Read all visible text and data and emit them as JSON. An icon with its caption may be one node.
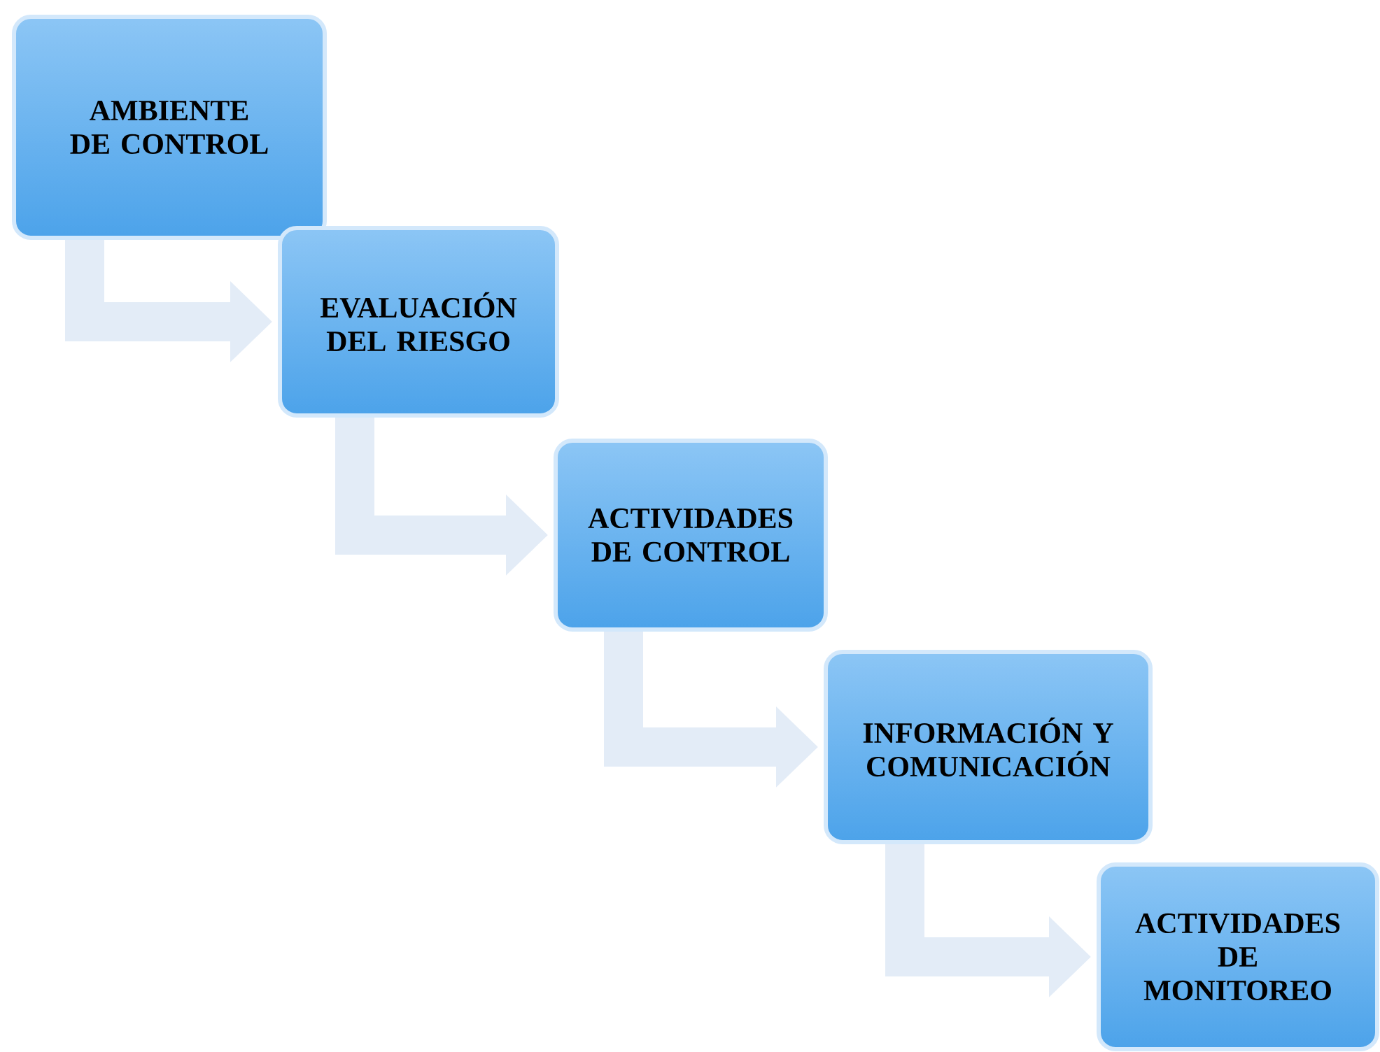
{
  "diagram": {
    "nodes": [
      {
        "text": [
          "AMBIENTE DE CONTROL"
        ]
      },
      {
        "text": [
          "EVALUACIÓN DEL RIESGO"
        ]
      },
      {
        "text": [
          "ACTIVIDADES DE CONTROL"
        ]
      },
      {
        "text": [
          "INFORMACIÓN Y COMUNICACIÓN"
        ]
      },
      {
        "text": [
          "ACTIVIDADES DE MONITOREO"
        ]
      }
    ],
    "edges": [
      {
        "from": 0,
        "to": 1,
        "arrow": "to"
      },
      {
        "from": 1,
        "to": 2,
        "arrow": "to"
      },
      {
        "from": 2,
        "to": 3,
        "arrow": "to"
      },
      {
        "from": 3,
        "to": 4,
        "arrow": "to"
      }
    ]
  }
}
